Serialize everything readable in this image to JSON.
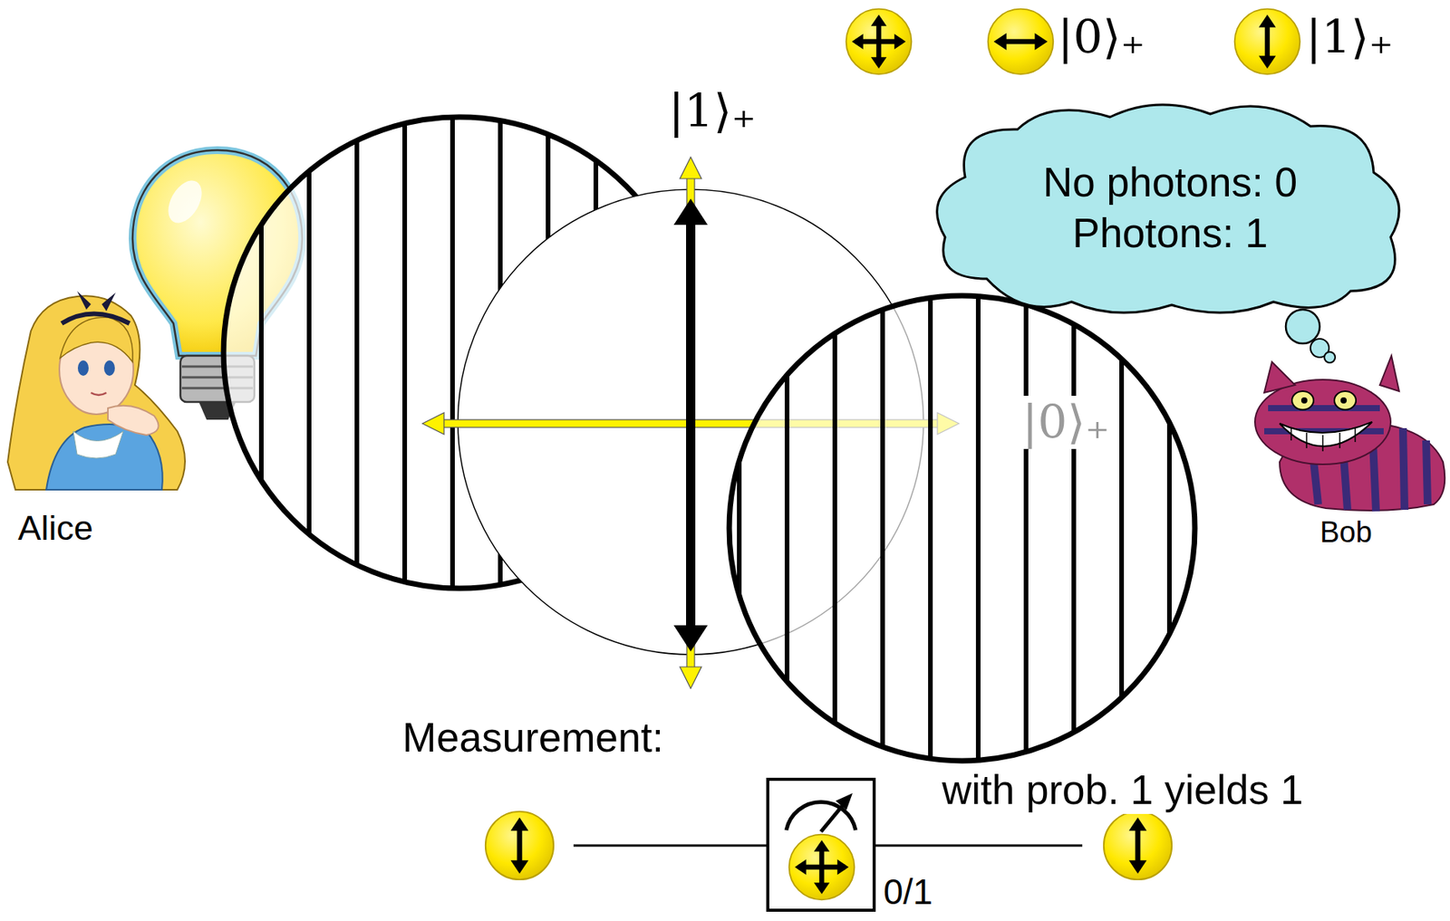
{
  "diagram": {
    "nodes": [
      {
        "text": [
          "No photons: 0",
          "Photons: 1"
        ]
      }
    ],
    "labels": [
      "|1⟩₊",
      "|0⟩₊",
      "Alice",
      "Bob",
      "Measurement:",
      "with prob. 1 yields 1",
      "0/1"
    ],
    "legend": [
      {
        "text": "|0⟩₊"
      },
      {
        "text": "|1⟩₊"
      }
    ]
  }
}
